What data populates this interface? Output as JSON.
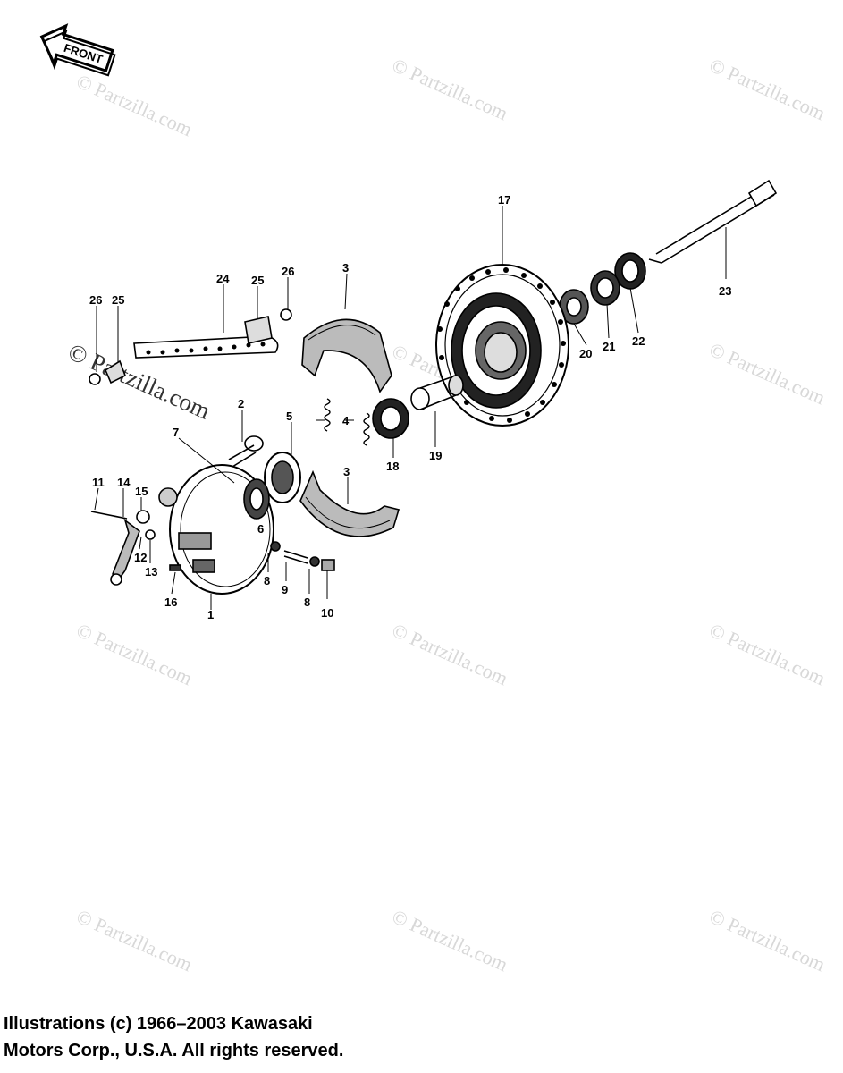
{
  "front_label": "FRONT",
  "watermark": "© Partzilla.com",
  "footer": {
    "line1": "Illustrations (c) 1966–2003 Kawasaki",
    "line2": "Motors Corp., U.S.A.  All rights reserved."
  },
  "callouts": {
    "c1": "1",
    "c2": "2",
    "c3a": "3",
    "c3b": "3",
    "c4": "4",
    "c5": "5",
    "c6": "6",
    "c7": "7",
    "c8a": "8",
    "c8b": "8",
    "c9": "9",
    "c10": "10",
    "c11": "11",
    "c12": "12",
    "c13": "13",
    "c14": "14",
    "c15": "15",
    "c16": "16",
    "c17": "17",
    "c18": "18",
    "c19": "19",
    "c20": "20",
    "c21": "21",
    "c22": "22",
    "c23": "23",
    "c24": "24",
    "c25a": "25",
    "c25b": "25",
    "c26a": "26",
    "c26b": "26"
  }
}
